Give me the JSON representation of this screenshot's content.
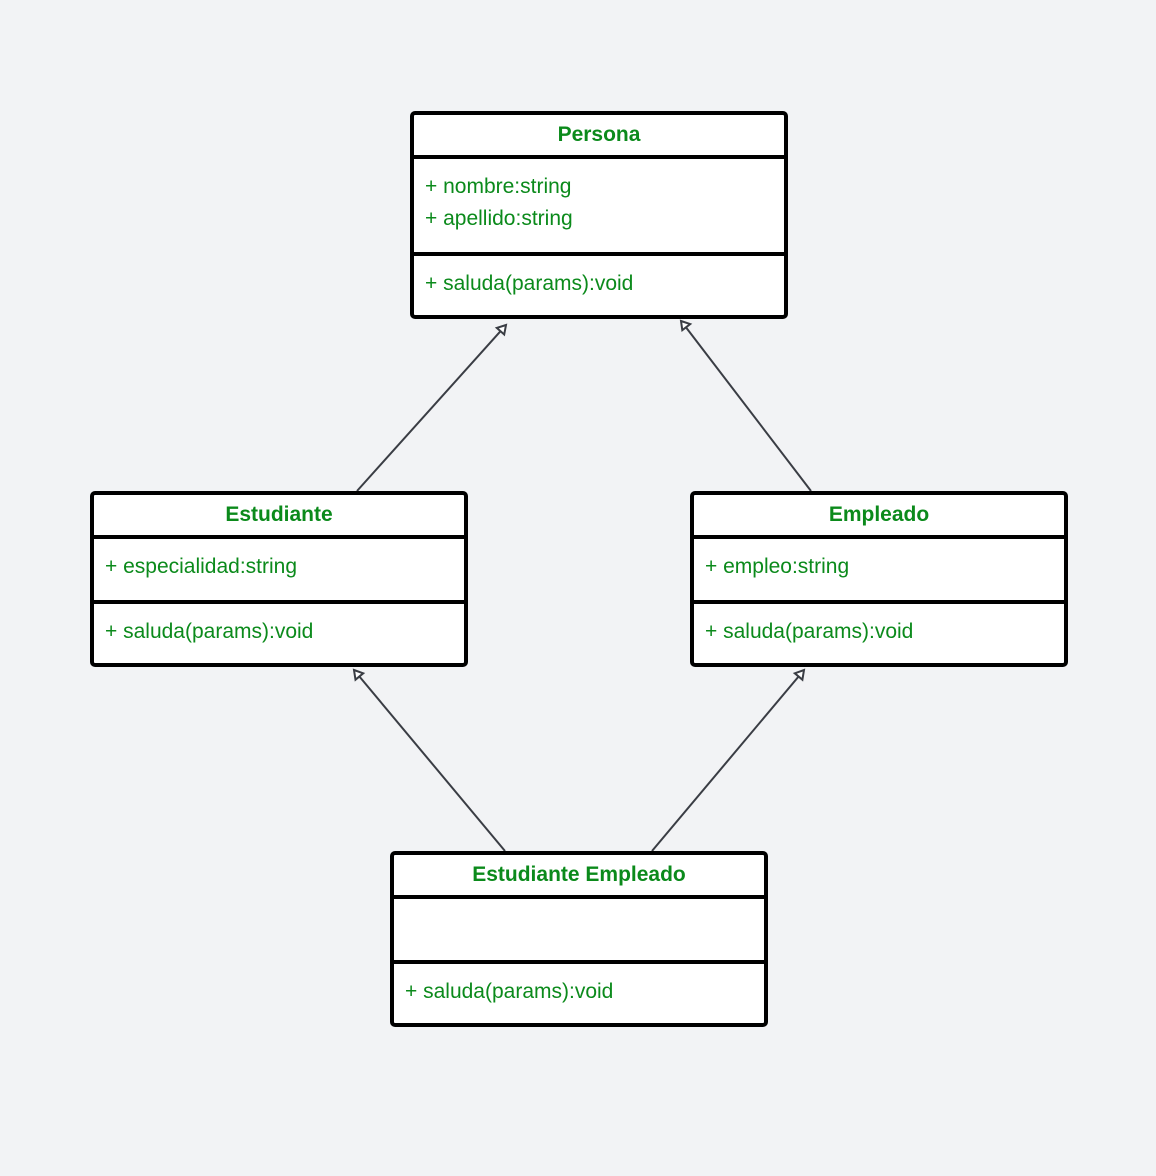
{
  "diagram": {
    "colors": {
      "background": "#f2f3f5",
      "box_fill": "#ffffff",
      "box_border": "#000000",
      "text": "#0b8a1b",
      "connector": "#3a3d44"
    },
    "classes": {
      "persona": {
        "name": "Persona",
        "attributes": [
          "+ nombre:string",
          "+ apellido:string"
        ],
        "methods": [
          "+ saluda(params):void"
        ]
      },
      "estudiante": {
        "name": "Estudiante",
        "attributes": [
          "+ especialidad:string"
        ],
        "methods": [
          "+ saluda(params):void"
        ]
      },
      "empleado": {
        "name": "Empleado",
        "attributes": [
          "+ empleo:string"
        ],
        "methods": [
          "+ saluda(params):void"
        ]
      },
      "estudiante_empleado": {
        "name": "Estudiante Empleado",
        "attributes": [],
        "methods": [
          "+ saluda(params):void"
        ]
      }
    },
    "relations": [
      {
        "type": "inheritance",
        "from": "Estudiante",
        "to": "Persona"
      },
      {
        "type": "inheritance",
        "from": "Empleado",
        "to": "Persona"
      },
      {
        "type": "inheritance",
        "from": "Estudiante Empleado",
        "to": "Estudiante"
      },
      {
        "type": "inheritance",
        "from": "Estudiante Empleado",
        "to": "Empleado"
      }
    ]
  }
}
